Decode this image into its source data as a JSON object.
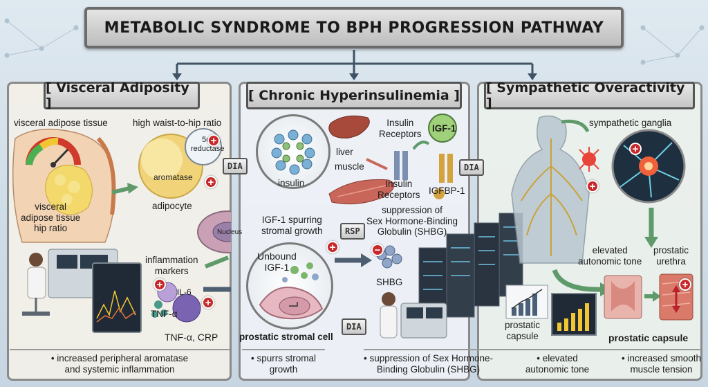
{
  "title": "METABOLIC SYNDROME TO BPH PROGRESSION PATHWAY",
  "panels": {
    "adiposity": {
      "header": "[ Visceral Adiposity ]",
      "labels": {
        "visceral_tissue": "visceral adipose tissue",
        "waist_hip": "high waist-to-hip ratio",
        "reductase": "5α-\nreductase",
        "aromatase": "aromatase",
        "adipocyte": "adipocyte",
        "visceral_hip": "visceral\nadipose tissue\nhip ratio",
        "nucleus": "Nucleus",
        "inflammation": "inflammation\nmarkers",
        "il6": "IL-6",
        "tnf": "TNF-α",
        "tnf_crp": "TNF-α, CRP"
      },
      "footer": "• increased peripheral aromatase\nand systemic inflammation"
    },
    "hyperinsulinemia": {
      "header": "[ Chronic Hyperinsulinemia ]",
      "labels": {
        "insulin": "insulin",
        "liver": "liver",
        "muscle": "muscle",
        "insulin_receptors_top": "Insulin\nReceptors",
        "igf1_top": "IGF-1",
        "insulin_receptors_bottom": "Insulin\nReceptors",
        "igfbp1": "IGFBP-1",
        "igf1_spurring": "IGF-1 spurring\nstromal growth",
        "suppression": "suppression of\nSex Hormone-Binding\nGlobulin (SHBG)",
        "unbound": "Unbound\nIGF-1",
        "shbg": "SHBG",
        "stromal_cell": "prostatic stromal cell"
      },
      "footer": "• spurrs stromal\ngrowth"
    },
    "sympathetic": {
      "header": "[ Sympathetic Overactivity ]",
      "labels": {
        "ganglia": "sympathetic ganglia",
        "elevated": "elevated\nautonomic tone",
        "urethra": "prostatic\nurethra",
        "capsule_small": "prostatic\ncapsule",
        "capsule_bold": "prostatic capsule"
      },
      "footer_items": [
        "• suppression of Sex Hormone-\nBinding Globulin (SHBG)",
        "• elevated\nautonomic tone",
        "• increased smooth\nmuscle tension"
      ]
    }
  },
  "tags": [
    "DIA",
    "DIA",
    "RSP",
    "DIA"
  ],
  "colors": {
    "accent_red": "#c8282a",
    "arrow_green": "#5f9a6b",
    "arrow_slate": "#4d5f70",
    "nerve_gold": "#c9a23a"
  }
}
